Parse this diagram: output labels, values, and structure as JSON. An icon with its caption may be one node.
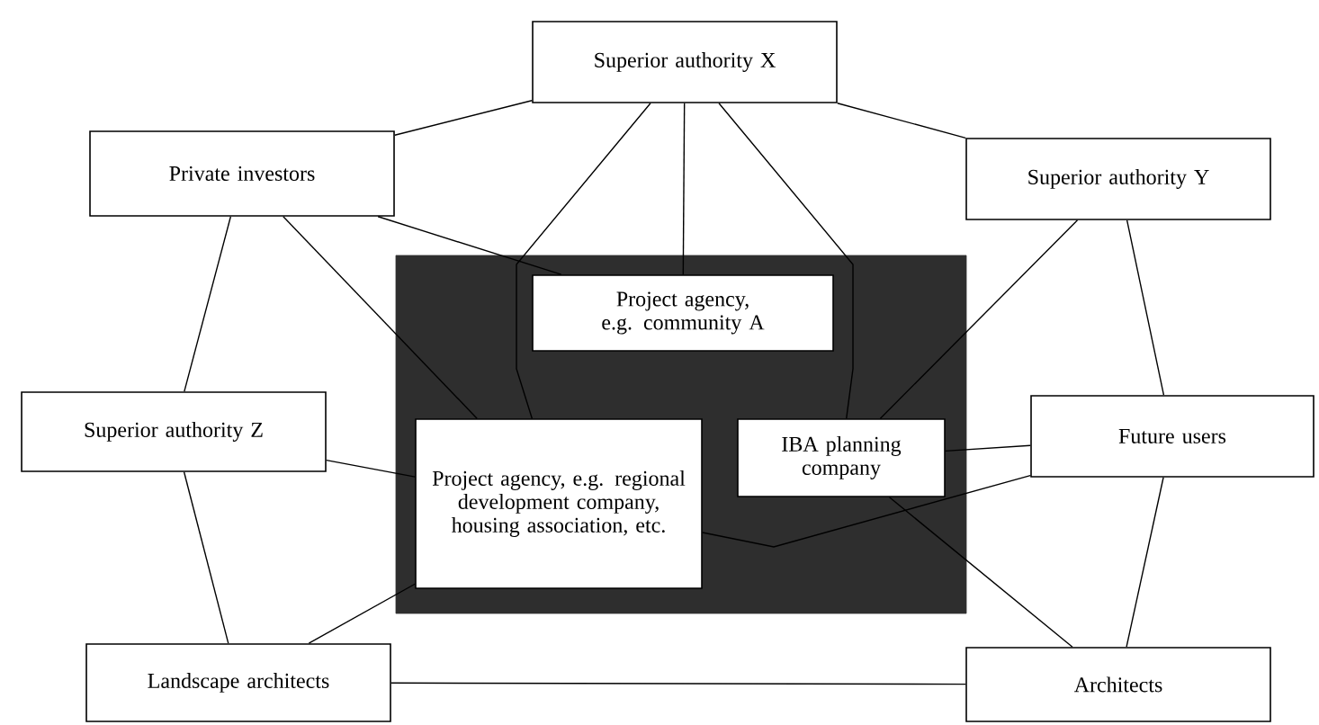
{
  "diagram": {
    "nodes": [
      {
        "text": [
          "Superior authority X"
        ]
      },
      {
        "text": [
          "Private investors"
        ]
      },
      {
        "text": [
          "Superior authority Y"
        ]
      },
      {
        "text": [],
        "shape": "box"
      },
      {
        "text": [
          "Project agency, e.g. community A"
        ],
        "in": 3
      },
      {
        "text": [
          "Superior authority Z"
        ]
      },
      {
        "text": [
          "Project agency, e.g. regional development company, housing association, etc."
        ],
        "in": 3
      },
      {
        "text": [
          "IBA planning company"
        ],
        "in": 3
      },
      {
        "text": [
          "Future users"
        ]
      },
      {
        "text": [
          "Landscape architects"
        ]
      },
      {
        "text": [
          "Architects"
        ]
      }
    ],
    "edges": [
      {
        "from": 0,
        "to": 1,
        "arrow": "none"
      },
      {
        "from": 0,
        "to": 2,
        "arrow": "none"
      },
      {
        "from": 0,
        "to": 6,
        "arrow": "none"
      },
      {
        "from": 0,
        "to": 4,
        "arrow": "none"
      },
      {
        "from": 0,
        "to": 7,
        "arrow": "none"
      },
      {
        "from": 1,
        "to": 4,
        "arrow": "none"
      },
      {
        "from": 1,
        "to": 5,
        "arrow": "none"
      },
      {
        "from": 1,
        "to": 6,
        "arrow": "none"
      },
      {
        "from": 2,
        "to": 7,
        "arrow": "none"
      },
      {
        "from": 2,
        "to": 8,
        "arrow": "none"
      },
      {
        "from": 5,
        "to": 6,
        "arrow": "none"
      },
      {
        "from": 5,
        "to": 9,
        "arrow": "none"
      },
      {
        "from": 9,
        "to": 6,
        "arrow": "none"
      },
      {
        "from": 8,
        "to": 7,
        "arrow": "none"
      },
      {
        "from": 8,
        "to": 6,
        "arrow": "none"
      },
      {
        "from": 8,
        "to": 10,
        "arrow": "none"
      },
      {
        "from": 7,
        "to": 10,
        "arrow": "none"
      },
      {
        "from": 9,
        "to": 10,
        "arrow": "none"
      }
    ]
  }
}
